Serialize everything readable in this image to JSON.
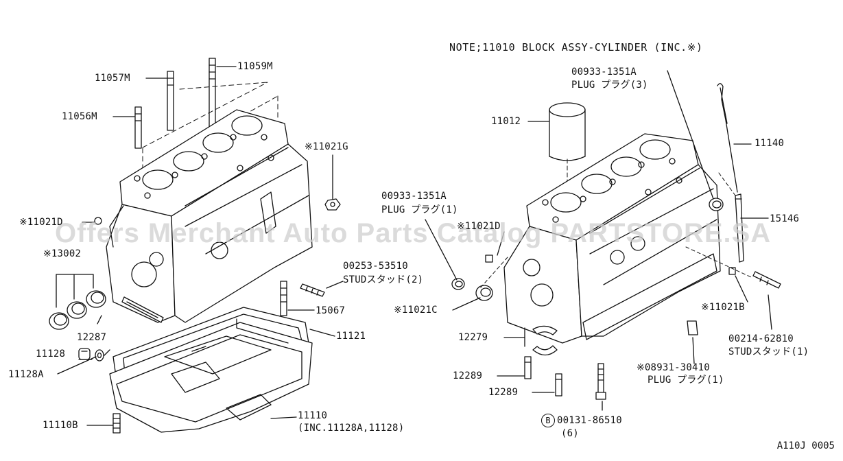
{
  "note": "NOTE;11010 BLOCK ASSY-CYLINDER (INC.※)",
  "watermark": "Offers Merchant Auto Parts Catalog PARTSTORE.SA",
  "reference": "A110J 0005",
  "labels": {
    "p11059m": "11059M",
    "p11057m": "11057M",
    "p11056m": "11056M",
    "p11021g": "※11021G",
    "p11021d_left": "※11021D",
    "p13002": "※13002",
    "p12287": "12287",
    "p11128": "11128",
    "p11128a": "11128A",
    "p11110b": "11110B",
    "p00253": "00253-53510",
    "p00253_desc": "STUDスタッド(2)",
    "p15067": "15067",
    "p11121": "11121",
    "p11110": "11110",
    "p11110_desc": "(INC.11128A,11128)",
    "p00933_top": "00933-1351A",
    "p00933_top_desc": "PLUG プラグ(3)",
    "p11012": "11012",
    "p11140": "11140",
    "p00933_mid": "00933-1351A",
    "p00933_mid_desc": "PLUG プラグ(1)",
    "p11021d_right": "※11021D",
    "p15146": "15146",
    "p11021c": "※11021C",
    "p11021b": "※11021B",
    "p00214": "00214-62810",
    "p00214_desc": "STUDスタッド(1)",
    "p12279": "12279",
    "p12289_a": "12289",
    "p12289_b": "12289",
    "p08931": "※08931-30410",
    "p08931_desc": "PLUG プラグ(1)",
    "b_marker": "B",
    "p00131": "00131-86510",
    "p00131_qty": "(6)"
  }
}
